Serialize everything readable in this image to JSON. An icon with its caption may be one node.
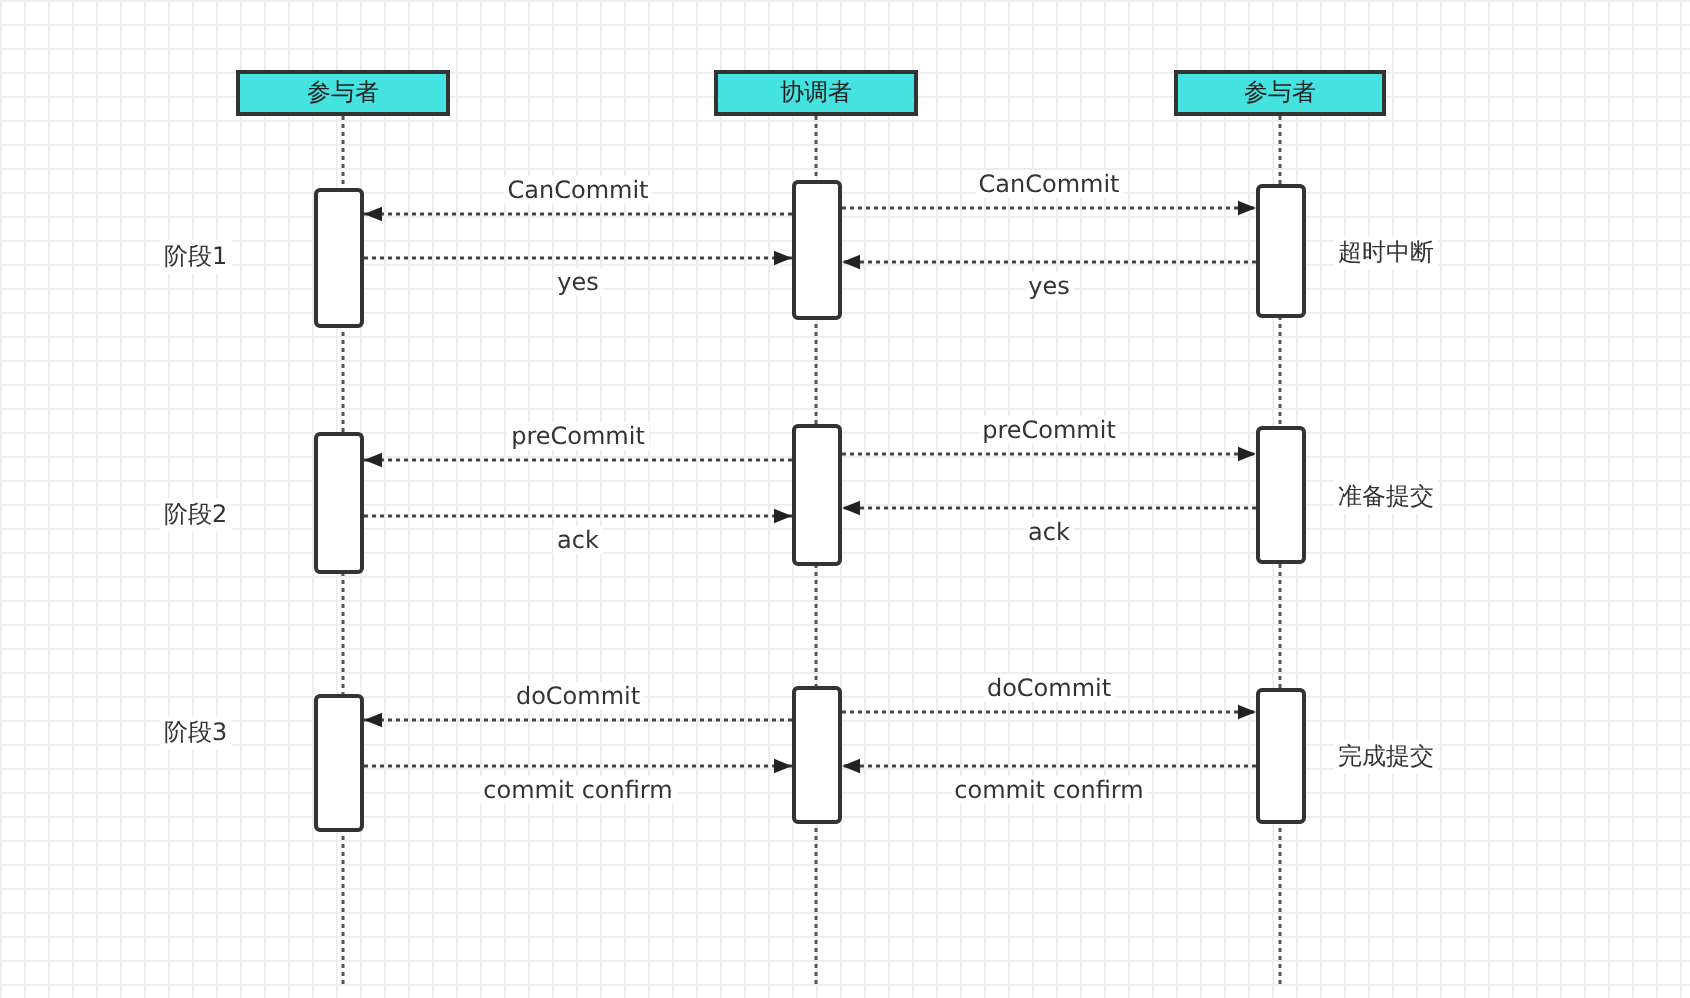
{
  "diagram": {
    "nodes": [
      {
        "text": [
          "参与者"
        ]
      },
      {
        "text": [
          "协调者"
        ]
      },
      {
        "text": [
          "参与者"
        ]
      },
      {
        "text": [],
        "shape": "box"
      },
      {
        "text": [],
        "shape": "box"
      },
      {
        "text": [],
        "shape": "box",
        "beside": [
          "超时中断"
        ]
      },
      {
        "text": [],
        "shape": "box"
      },
      {
        "text": [],
        "shape": "box"
      },
      {
        "text": [],
        "shape": "box",
        "beside": [
          "准备提交"
        ]
      },
      {
        "text": [],
        "shape": "box"
      },
      {
        "text": [],
        "shape": "box"
      },
      {
        "text": [],
        "shape": "box",
        "beside": [
          "完成提交"
        ]
      }
    ],
    "edges": [
      {
        "from": 4,
        "to": 3,
        "arrow": "to",
        "label": "CanCommit"
      },
      {
        "from": 3,
        "to": 4,
        "arrow": "to",
        "label": "yes"
      },
      {
        "from": 4,
        "to": 5,
        "arrow": "to",
        "label": "CanCommit"
      },
      {
        "from": 5,
        "to": 4,
        "arrow": "to",
        "label": "yes"
      },
      {
        "from": 7,
        "to": 6,
        "arrow": "to",
        "label": "preCommit"
      },
      {
        "from": 6,
        "to": 7,
        "arrow": "to",
        "label": "ack"
      },
      {
        "from": 7,
        "to": 8,
        "arrow": "to",
        "label": "preCommit"
      },
      {
        "from": 8,
        "to": 7,
        "arrow": "to",
        "label": "ack"
      },
      {
        "from": 10,
        "to": 9,
        "arrow": "to",
        "label": "doCommit"
      },
      {
        "from": 9,
        "to": 10,
        "arrow": "to",
        "label": "commit confirm"
      },
      {
        "from": 10,
        "to": 11,
        "arrow": "to",
        "label": "doCommit"
      },
      {
        "from": 11,
        "to": 10,
        "arrow": "to",
        "label": "commit confirm"
      }
    ],
    "labels": [
      "阶段1",
      "阶段2",
      "阶段3"
    ]
  }
}
